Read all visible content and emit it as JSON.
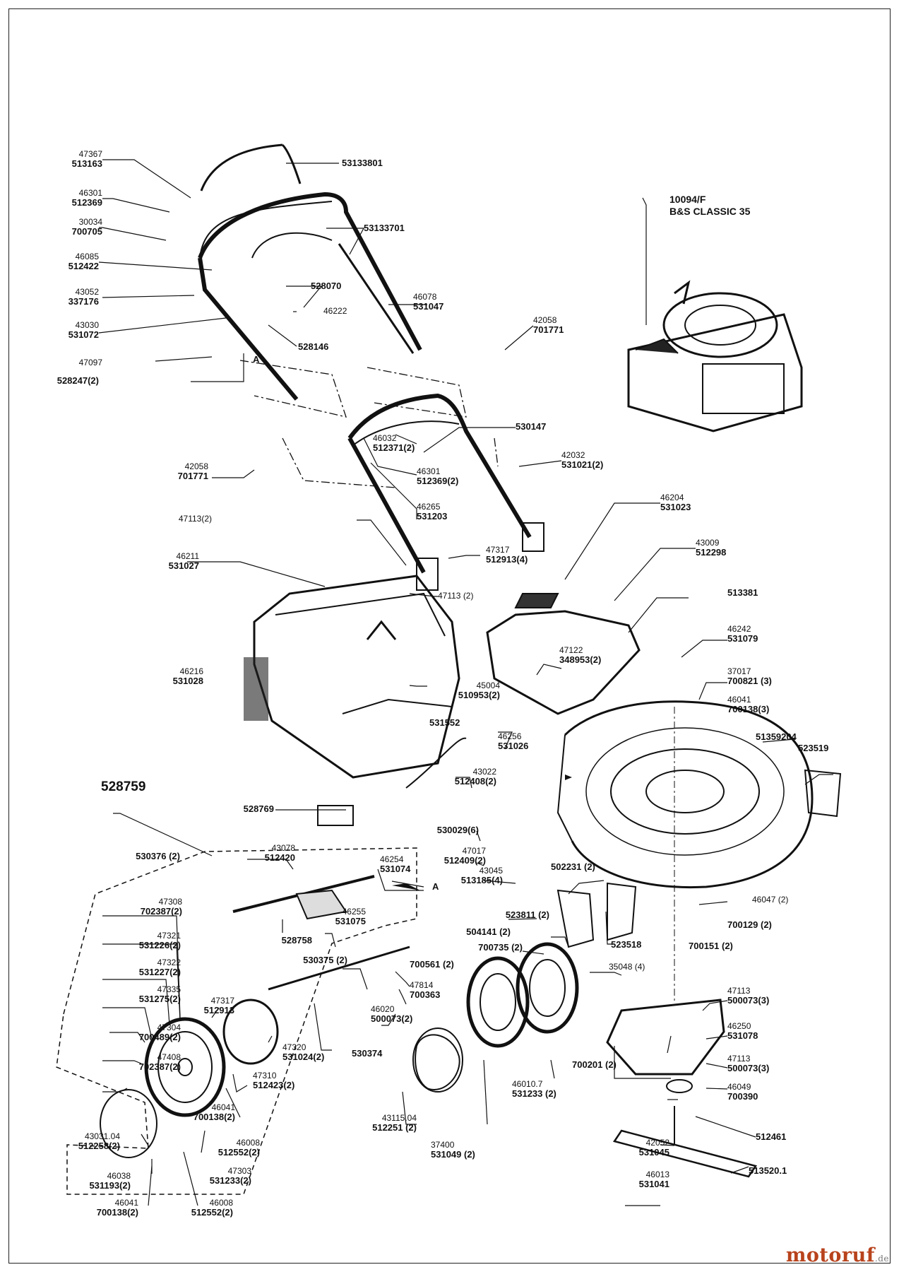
{
  "engine": {
    "model": "10094/F",
    "name": "B&S CLASSIC 35"
  },
  "kit_label": "528759",
  "watermark": {
    "brand": "motoruf",
    "tld": ".de"
  },
  "callouts": [
    {
      "id": "c01",
      "ref": "47367",
      "part": "513163"
    },
    {
      "id": "c02",
      "ref": "",
      "part": "53133801"
    },
    {
      "id": "c03",
      "ref": "46301",
      "part": "512369"
    },
    {
      "id": "c04",
      "ref": "30034",
      "part": "700705"
    },
    {
      "id": "c05",
      "ref": "",
      "part": "53133701"
    },
    {
      "id": "c06",
      "ref": "46085",
      "part": "512422"
    },
    {
      "id": "c07",
      "ref": "",
      "part": "528070"
    },
    {
      "id": "c08",
      "ref": "43052",
      "part": "337176"
    },
    {
      "id": "c09",
      "ref": "46222",
      "part": ""
    },
    {
      "id": "c10",
      "ref": "46078",
      "part": "531047"
    },
    {
      "id": "c11",
      "ref": "43030",
      "part": "531072"
    },
    {
      "id": "c12",
      "ref": "",
      "part": "528146"
    },
    {
      "id": "c13",
      "ref": "42058",
      "part": "701771"
    },
    {
      "id": "c14",
      "ref": "47097",
      "part": ""
    },
    {
      "id": "c15",
      "ref": "",
      "part": "528247(2)"
    },
    {
      "id": "c16",
      "ref": "",
      "part": "530147"
    },
    {
      "id": "c17",
      "ref": "46032",
      "part": "512371(2)"
    },
    {
      "id": "c18",
      "ref": "42032",
      "part": "531021(2)"
    },
    {
      "id": "c19",
      "ref": "42058",
      "part": "701771"
    },
    {
      "id": "c20",
      "ref": "46301",
      "part": "512369(2)"
    },
    {
      "id": "c21",
      "ref": "46204",
      "part": "531023"
    },
    {
      "id": "c22",
      "ref": "46265",
      "part": "531203"
    },
    {
      "id": "c23",
      "ref": "47113(2)",
      "part": ""
    },
    {
      "id": "c24",
      "ref": "43009",
      "part": "512298"
    },
    {
      "id": "c25",
      "ref": "47317",
      "part": "512913(4)"
    },
    {
      "id": "c26",
      "ref": "46211",
      "part": "531027"
    },
    {
      "id": "c27",
      "ref": "47113 (2)",
      "part": ""
    },
    {
      "id": "c28",
      "ref": "",
      "part": "513381"
    },
    {
      "id": "c29",
      "ref": "46242",
      "part": "531079"
    },
    {
      "id": "c30",
      "ref": "47122",
      "part": "348953(2)"
    },
    {
      "id": "c31",
      "ref": "37017",
      "part": "700821 (3)"
    },
    {
      "id": "c32",
      "ref": "46216",
      "part": "531028"
    },
    {
      "id": "c33",
      "ref": "45004",
      "part": "510953(2)"
    },
    {
      "id": "c34",
      "ref": "46041",
      "part": "700138(3)"
    },
    {
      "id": "c35",
      "ref": "",
      "part": "531552"
    },
    {
      "id": "c36",
      "ref": "",
      "part": "51359204"
    },
    {
      "id": "c37",
      "ref": "46256",
      "part": "531026"
    },
    {
      "id": "c38",
      "ref": "",
      "part": "523519"
    },
    {
      "id": "c39",
      "ref": "43022",
      "part": "512408(2)"
    },
    {
      "id": "c40",
      "ref": "",
      "part": "528769"
    },
    {
      "id": "c41",
      "ref": "",
      "part": "530029(6)"
    },
    {
      "id": "c42",
      "ref": "47017",
      "part": "512409(2)"
    },
    {
      "id": "c43",
      "ref": "",
      "part": "530376 (2)"
    },
    {
      "id": "c44",
      "ref": "43078",
      "part": "512420"
    },
    {
      "id": "c45",
      "ref": "46254",
      "part": "531074"
    },
    {
      "id": "c46",
      "ref": "43045",
      "part": "513185(4)"
    },
    {
      "id": "c47",
      "ref": "",
      "part": "502231 (2)"
    },
    {
      "id": "c48",
      "ref": "47308",
      "part": "702387(2)"
    },
    {
      "id": "c49",
      "ref": "46047 (2)",
      "part": ""
    },
    {
      "id": "c50",
      "ref": "46255",
      "part": "531075"
    },
    {
      "id": "c51",
      "ref": "",
      "part": "523811 (2)"
    },
    {
      "id": "c52",
      "ref": "",
      "part": "700129 (2)"
    },
    {
      "id": "c53",
      "ref": "47321",
      "part": "531226(2)"
    },
    {
      "id": "c54",
      "ref": "",
      "part": "528758"
    },
    {
      "id": "c55",
      "ref": "",
      "part": "504141 (2)"
    },
    {
      "id": "c56",
      "ref": "",
      "part": "523518"
    },
    {
      "id": "c57",
      "ref": "",
      "part": "700151 (2)"
    },
    {
      "id": "c58",
      "ref": "47322",
      "part": "531227(2)"
    },
    {
      "id": "c59",
      "ref": "",
      "part": "700735 (2)"
    },
    {
      "id": "c60",
      "ref": "",
      "part": "530375 (2)"
    },
    {
      "id": "c61",
      "ref": "",
      "part": "700561 (2)"
    },
    {
      "id": "c62",
      "ref": "35048 (4)",
      "part": ""
    },
    {
      "id": "c63",
      "ref": "47335",
      "part": "531275(2)"
    },
    {
      "id": "c64",
      "ref": "47317",
      "part": "512913"
    },
    {
      "id": "c65",
      "ref": "47814",
      "part": "700363"
    },
    {
      "id": "c66",
      "ref": "46020",
      "part": "500073(2)"
    },
    {
      "id": "c67",
      "ref": "47113",
      "part": "500073(3)"
    },
    {
      "id": "c68",
      "ref": "47304",
      "part": "700489(2)"
    },
    {
      "id": "c69",
      "ref": "47320",
      "part": "531024(2)"
    },
    {
      "id": "c70",
      "ref": "",
      "part": "530374"
    },
    {
      "id": "c71",
      "ref": "46250",
      "part": "531078"
    },
    {
      "id": "c72",
      "ref": "47408",
      "part": "702387(2)"
    },
    {
      "id": "c73",
      "ref": "",
      "part": "700201 (2)"
    },
    {
      "id": "c74",
      "ref": "47113",
      "part": "500073(3)"
    },
    {
      "id": "c75",
      "ref": "47310",
      "part": "512423(2)"
    },
    {
      "id": "c76",
      "ref": "46010.7",
      "part": "531233 (2)"
    },
    {
      "id": "c77",
      "ref": "46049",
      "part": "700390"
    },
    {
      "id": "c78",
      "ref": "43115.04",
      "part": "512251 (2)"
    },
    {
      "id": "c79",
      "ref": "46041",
      "part": "700138(2)"
    },
    {
      "id": "c80",
      "ref": "",
      "part": "512461"
    },
    {
      "id": "c81",
      "ref": "43031.04",
      "part": "512258(2)"
    },
    {
      "id": "c82",
      "ref": "37400",
      "part": "531049 (2)"
    },
    {
      "id": "c83",
      "ref": "46008",
      "part": "512552(2)"
    },
    {
      "id": "c84",
      "ref": "42052",
      "part": "531045"
    },
    {
      "id": "c85",
      "ref": "47303",
      "part": "531233(2)"
    },
    {
      "id": "c86",
      "ref": "46038",
      "part": "531193(2)"
    },
    {
      "id": "c87",
      "ref": "",
      "part": "513520.1"
    },
    {
      "id": "c88",
      "ref": "46013",
      "part": "531041"
    },
    {
      "id": "c89",
      "ref": "46041",
      "part": "700138(2)"
    },
    {
      "id": "c90",
      "ref": "46008",
      "part": "512552(2)"
    }
  ],
  "markers": [
    {
      "id": "m1",
      "text": "A"
    },
    {
      "id": "m2",
      "text": "A"
    }
  ]
}
